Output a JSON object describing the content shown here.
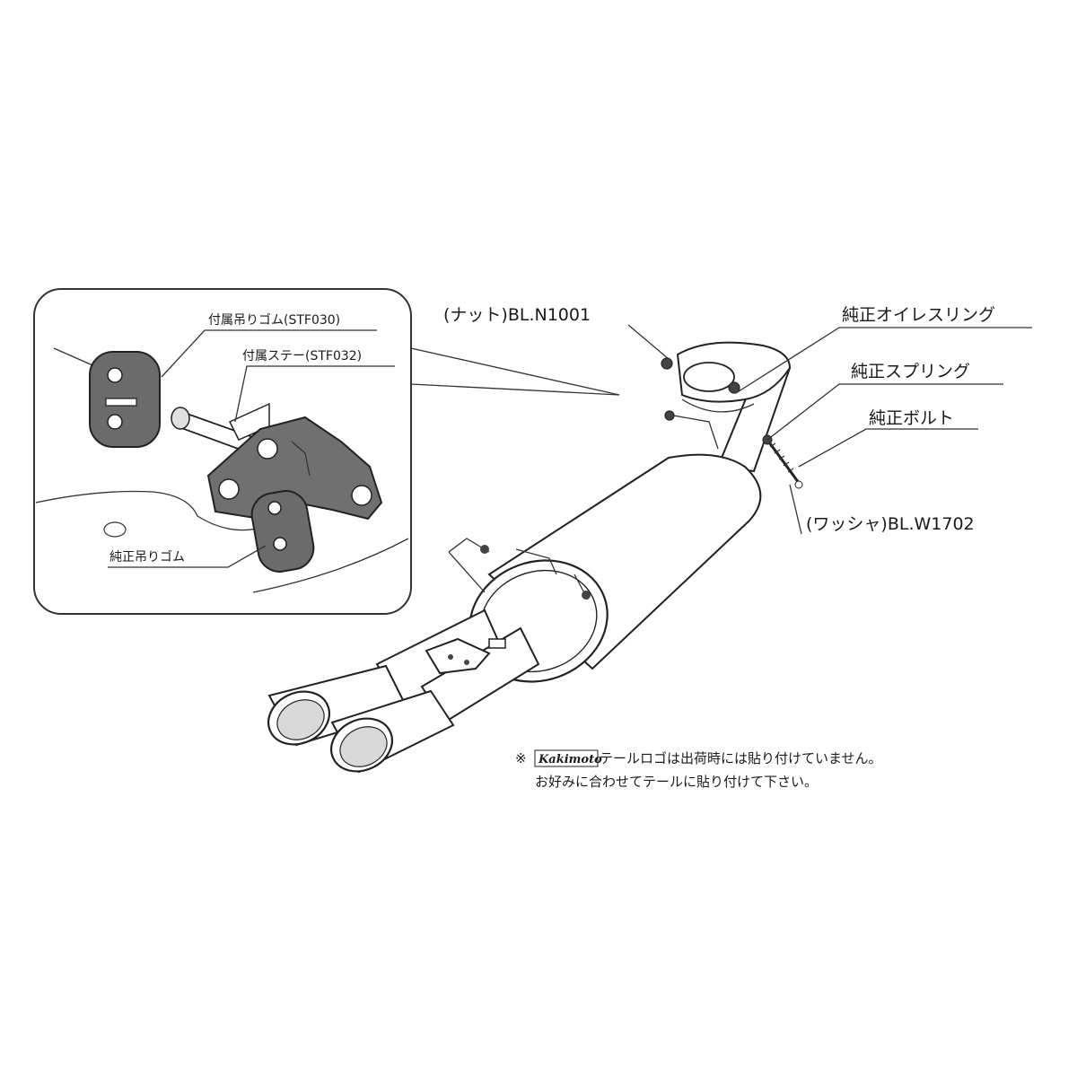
{
  "labels": {
    "nut": "(ナット)BL.N1001",
    "oil_ring": "純正オイレスリング",
    "spring": "純正スプリング",
    "bolt": "純正ボルト",
    "washer": "(ワッシャ)BL.W1702",
    "inset_rubber": "付属吊りゴム(STF030)",
    "inset_stay": "付属ステー(STF032)",
    "inset_oem_rubber": "純正吊りゴム"
  },
  "note": {
    "prefix": "※",
    "brand": "Kakimoto",
    "line1": "テールロゴは出荷時には貼り付けていません。",
    "line2": "お好みに合わせてテールに貼り付けて下さい。"
  },
  "colors": {
    "line": "#222222",
    "part_fill": "#ffffff",
    "rubber_fill": "#6b6b6b",
    "bracket_fill": "#707070",
    "shade": "#d9d9d9"
  }
}
